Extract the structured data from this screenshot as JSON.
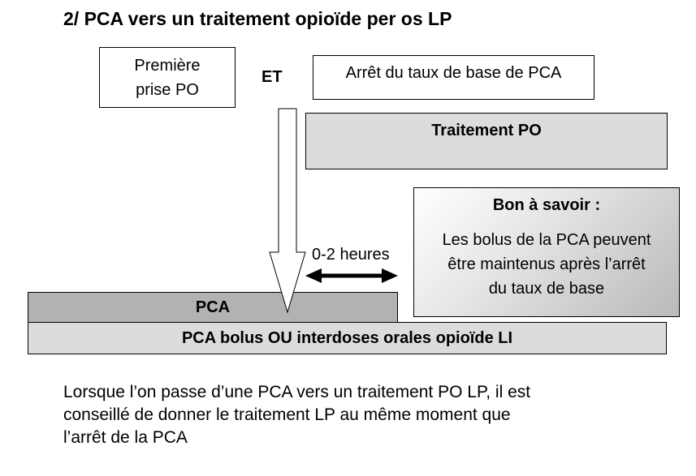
{
  "title": "2/ PCA vers un traitement opioïde per os LP",
  "boxes": {
    "premiere_line1": "Première",
    "premiere_line2": "prise PO",
    "et": "ET",
    "arret": "Arrêt du taux de base de PCA",
    "traitement_po": "Traitement PO",
    "pca": "PCA",
    "pca_bolus": "PCA bolus OU interdoses orales opioïde LI"
  },
  "interval_label": "0-2 heures",
  "note": {
    "title": "Bon à savoir :",
    "line1": "Les bolus de la PCA peuvent",
    "line2": "être maintenus après l’arrêt",
    "line3": "du taux de base"
  },
  "footer": {
    "line1": "Lorsque l’on passe d’une PCA vers un traitement PO LP, il est",
    "line2": "conseillé de donner le traitement LP au même moment que",
    "line3": "l’arrêt de la PCA"
  },
  "colors": {
    "pca_fill": "#b2b2b2",
    "light_fill": "#dcdcdc",
    "border": "#000000"
  }
}
